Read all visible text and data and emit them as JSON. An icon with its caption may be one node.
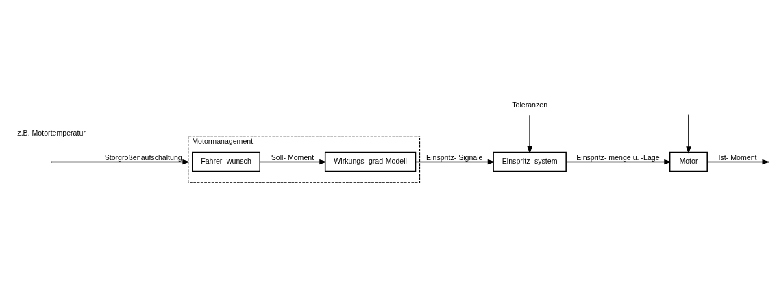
{
  "diagram": {
    "nodes": [
      {
        "text": [
          "Motormanagement"
        ]
      },
      {
        "text": [
          "Fahrer- wunsch"
        ],
        "in": 0
      },
      {
        "text": [
          "Wirkungs- grad-Modell"
        ],
        "in": 0
      },
      {
        "text": [
          "Einspritz- system"
        ]
      },
      {
        "text": [
          "Motor"
        ]
      },
      {
        "text": [
          "Toleranzen"
        ]
      }
    ],
    "edges": [
      {
        "from": 1,
        "to": 2,
        "arrow": "to",
        "label": "Soll- Moment"
      },
      {
        "from": 2,
        "to": 3,
        "arrow": "to",
        "label": "Einspritz- Signale"
      },
      {
        "from": 3,
        "to": 4,
        "arrow": "to",
        "label": "Einspritz- menge u. -Lage"
      },
      {
        "from": 4,
        "to": null,
        "arrow": "to",
        "label": "Ist- Moment"
      },
      {
        "from": 5,
        "to": 3,
        "arrow": "to"
      },
      {
        "from": null,
        "to": 0,
        "arrow": "to",
        "label": "Störgrößenaufschaltung"
      },
      {
        "from": null,
        "to": 4,
        "arrow": "to"
      }
    ],
    "labels": [
      "z.B. Motortemperatur"
    ]
  }
}
